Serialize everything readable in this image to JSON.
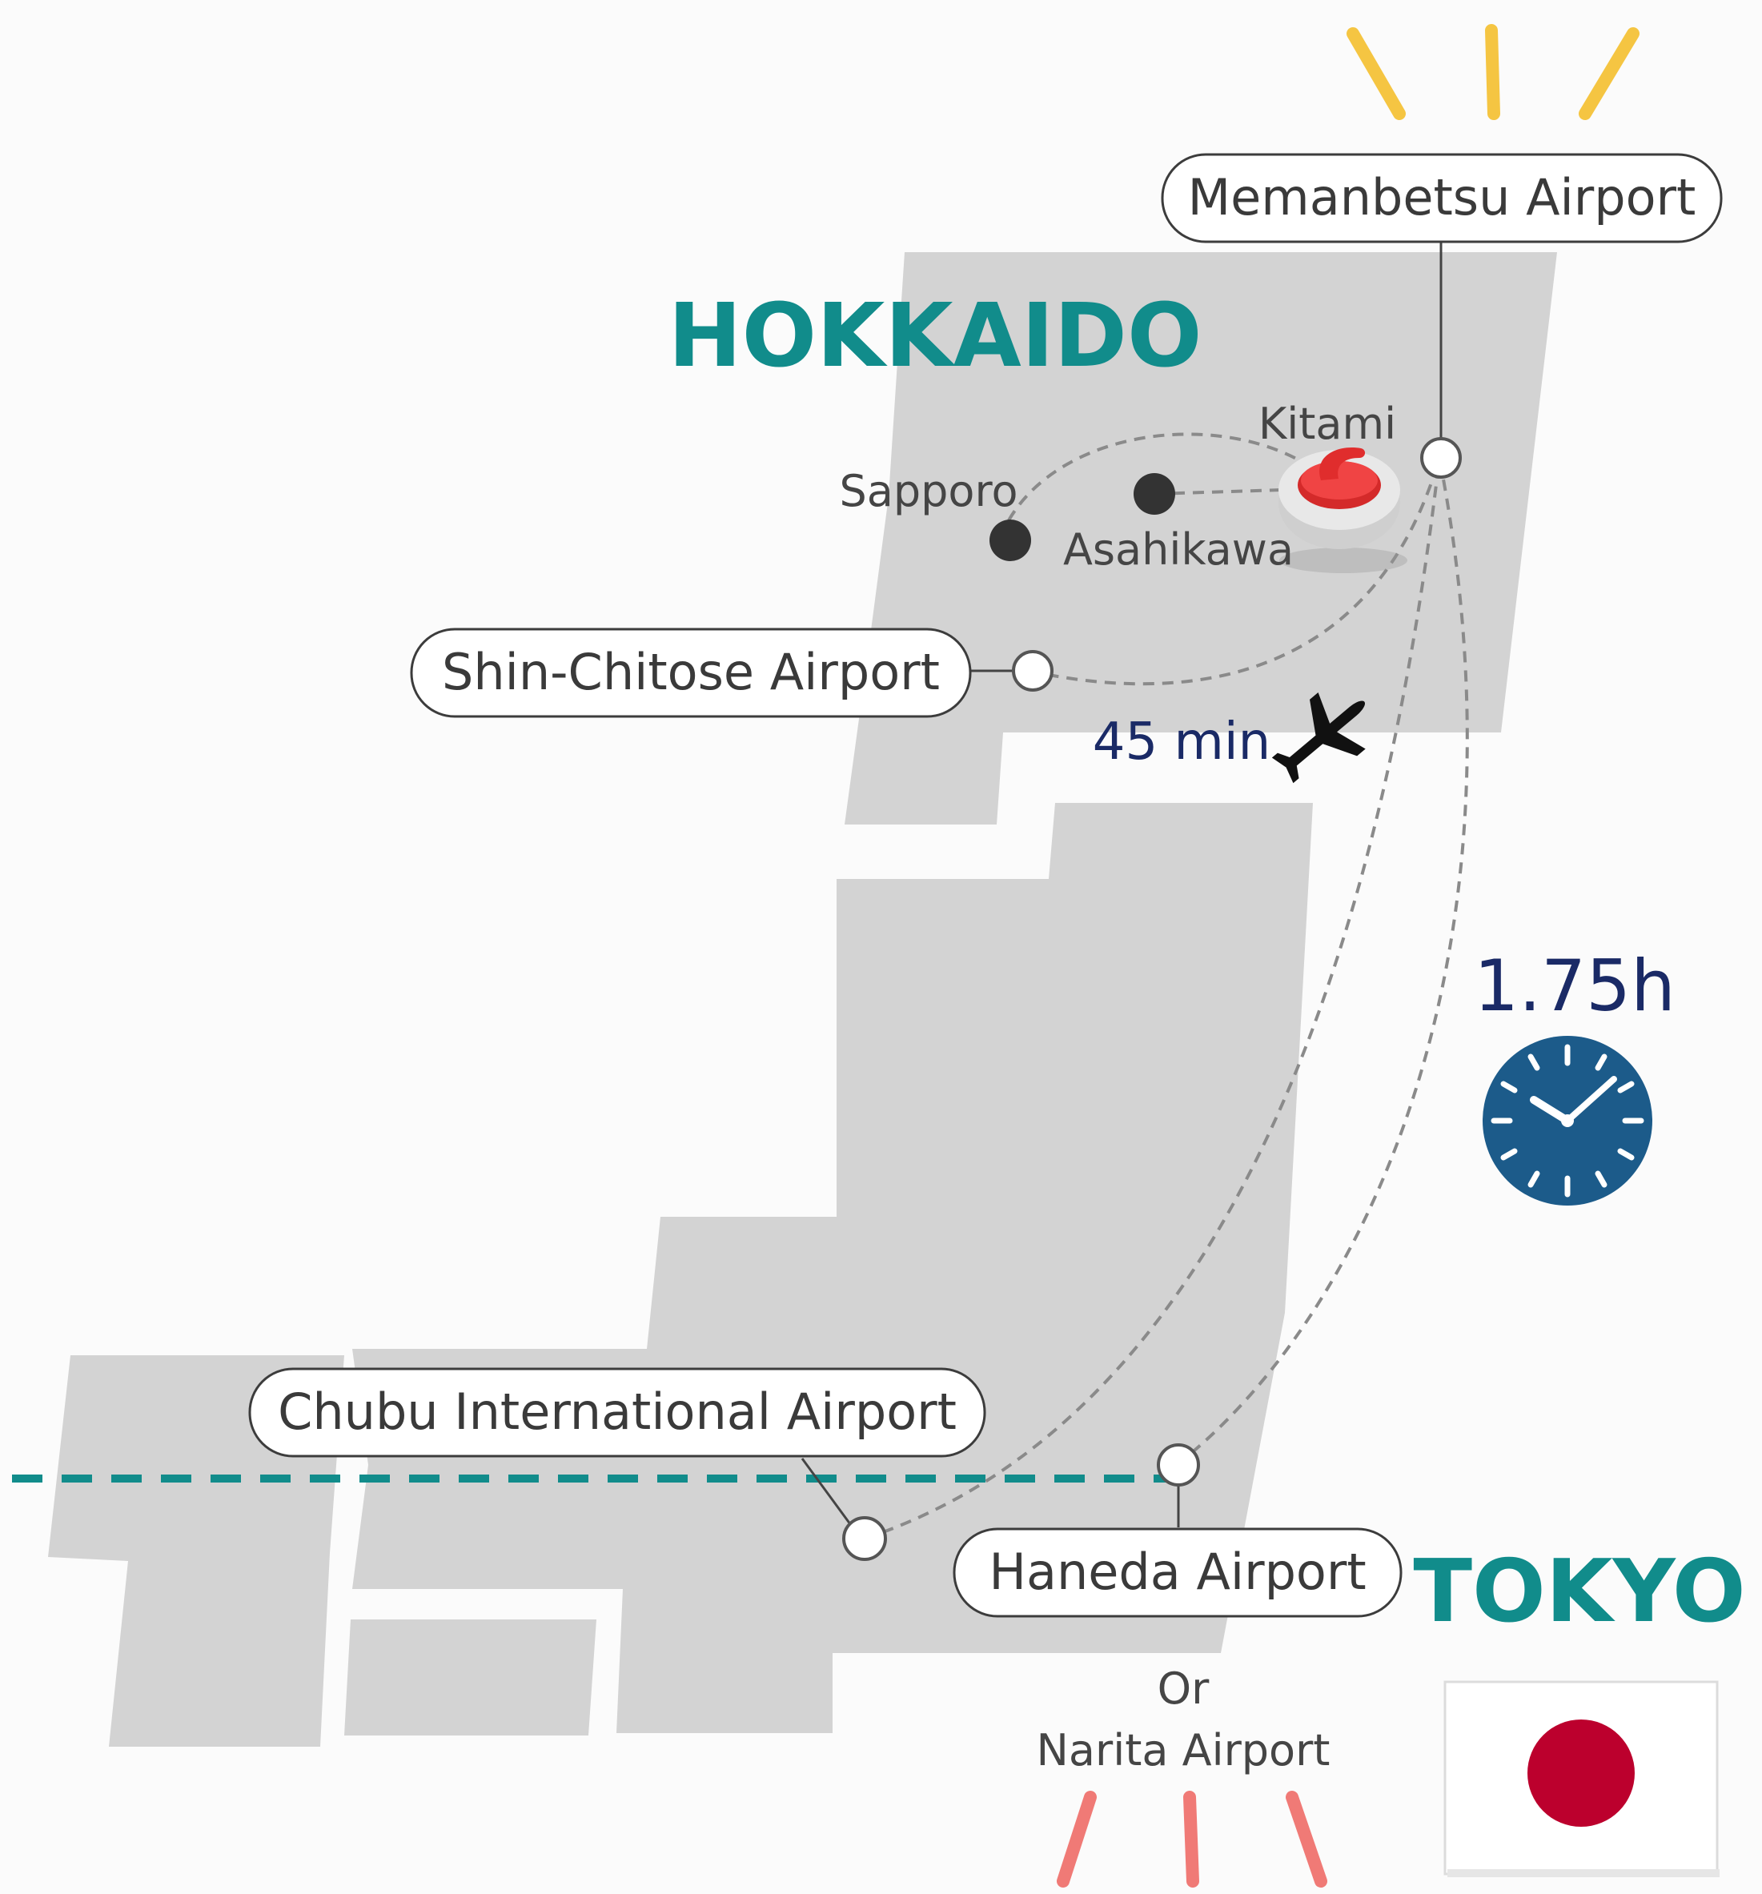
{
  "regions": {
    "hokkaido": "HOKKAIDO",
    "tokyo": "TOKYO"
  },
  "airports": {
    "memanbetsu": "Memanbetsu Airport",
    "shin_chitose": "Shin-Chitose Airport",
    "chubu": "Chubu International Airport",
    "haneda": "Haneda Airport",
    "or": "Or",
    "narita": "Narita Airport"
  },
  "cities": {
    "kitami": "Kitami",
    "sapporo": "Sapporo",
    "asahikawa": "Asahikawa"
  },
  "durations": {
    "short_flight": "45 min",
    "long_flight": "1.75h"
  },
  "icons": {
    "plane": "airplane-icon",
    "clock": "clock-icon",
    "curling": "curling-stone-icon",
    "flag": "japan-flag-icon"
  },
  "colors": {
    "region_label": "#118c8b",
    "duration_text": "#1a2a66",
    "clock_face": "#1c5b8a",
    "land": "#d3d3d3",
    "flag_red": "#bc002d",
    "sunburst_yellow": "#f5c542",
    "sunburst_red": "#f07a76",
    "divider": "#118c8b"
  }
}
